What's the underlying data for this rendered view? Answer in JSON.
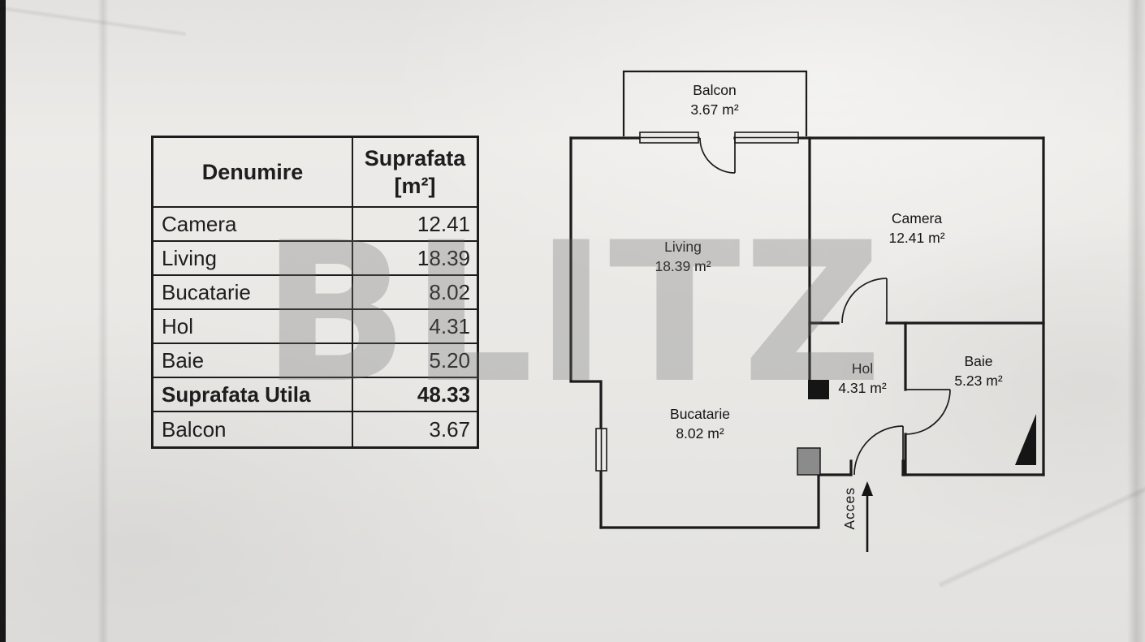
{
  "watermark": "BLITZ",
  "table": {
    "header": {
      "col1": "Denumire",
      "col2_line1": "Suprafata",
      "col2_line2": "[m²]"
    },
    "rows": [
      {
        "name": "Camera",
        "value": "12.41"
      },
      {
        "name": "Living",
        "value": "18.39"
      },
      {
        "name": "Bucatarie",
        "value": "8.02"
      },
      {
        "name": "Hol",
        "value": "4.31"
      },
      {
        "name": "Baie",
        "value": "5.20"
      },
      {
        "name": "Suprafata Utila",
        "value": "48.33"
      },
      {
        "name": "Balcon",
        "value": "3.67"
      }
    ]
  },
  "floorplan": {
    "rooms": [
      {
        "name": "Balcon",
        "area": "3.67 m²"
      },
      {
        "name": "Living",
        "area": "18.39 m²"
      },
      {
        "name": "Camera",
        "area": "12.41 m²"
      },
      {
        "name": "Hol",
        "area": "4.31 m²"
      },
      {
        "name": "Baie",
        "area": "5.23 m²"
      },
      {
        "name": "Bucatarie",
        "area": "8.02 m²"
      }
    ],
    "access_label": "Acces"
  },
  "colors": {
    "paper": "#e9e8e5",
    "ink": "#1c1c1c",
    "watermark_gray": "#6f6f6f",
    "pillar_gray": "#8b8b8b"
  }
}
